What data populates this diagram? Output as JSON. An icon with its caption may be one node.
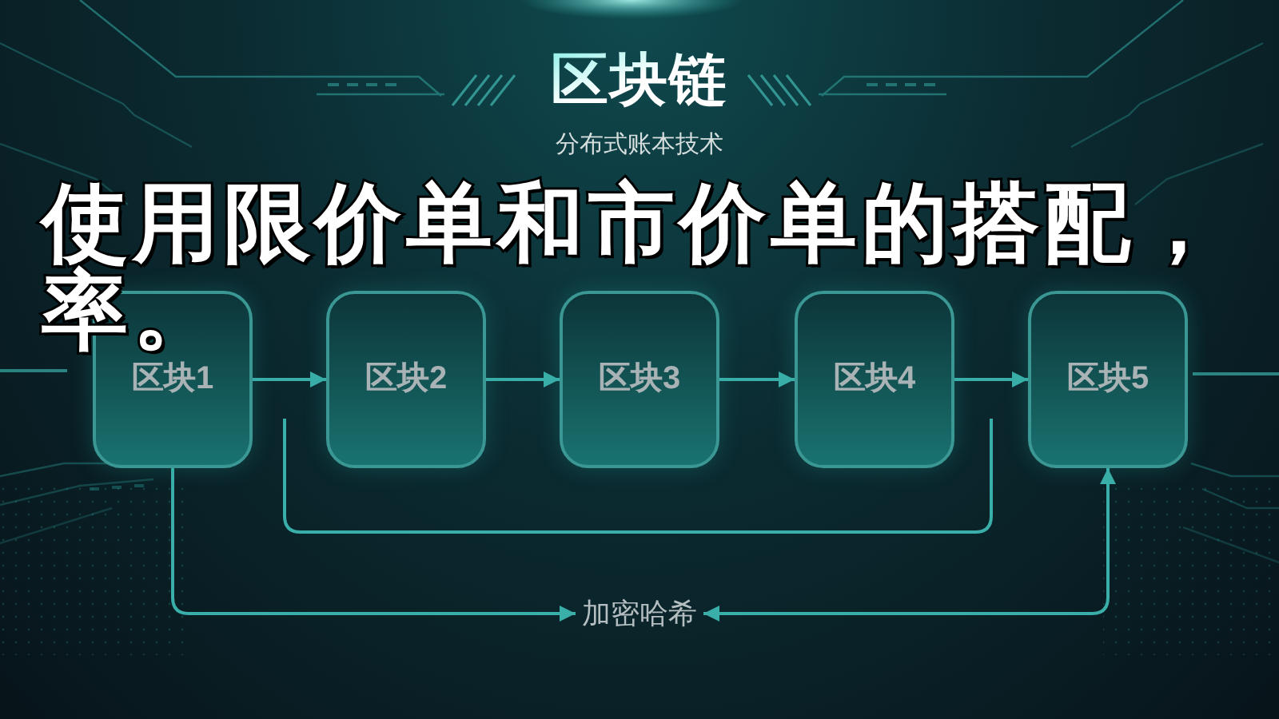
{
  "diagram": {
    "title": "区块链",
    "nodes": [
      {
        "text": [
          "区块1"
        ]
      },
      {
        "text": [
          "区块2"
        ]
      },
      {
        "text": [
          "区块3"
        ]
      },
      {
        "text": [
          "区块4"
        ]
      },
      {
        "text": [
          "区块5"
        ]
      },
      {
        "text": [
          "加密哈希"
        ]
      }
    ],
    "edges": [
      {
        "from": 0,
        "to": 1,
        "arrow": "to"
      },
      {
        "from": 1,
        "to": 2,
        "arrow": "to"
      },
      {
        "from": 2,
        "to": 3,
        "arrow": "to"
      },
      {
        "from": 3,
        "to": 4,
        "arrow": "to"
      },
      {
        "from": 0,
        "to": 5,
        "arrow": "to"
      },
      {
        "from": 5,
        "to": 4,
        "arrow": "both"
      }
    ],
    "labels": [
      "分布式账本技术",
      "使用限价单和市价单的搭配，",
      "率。"
    ]
  }
}
